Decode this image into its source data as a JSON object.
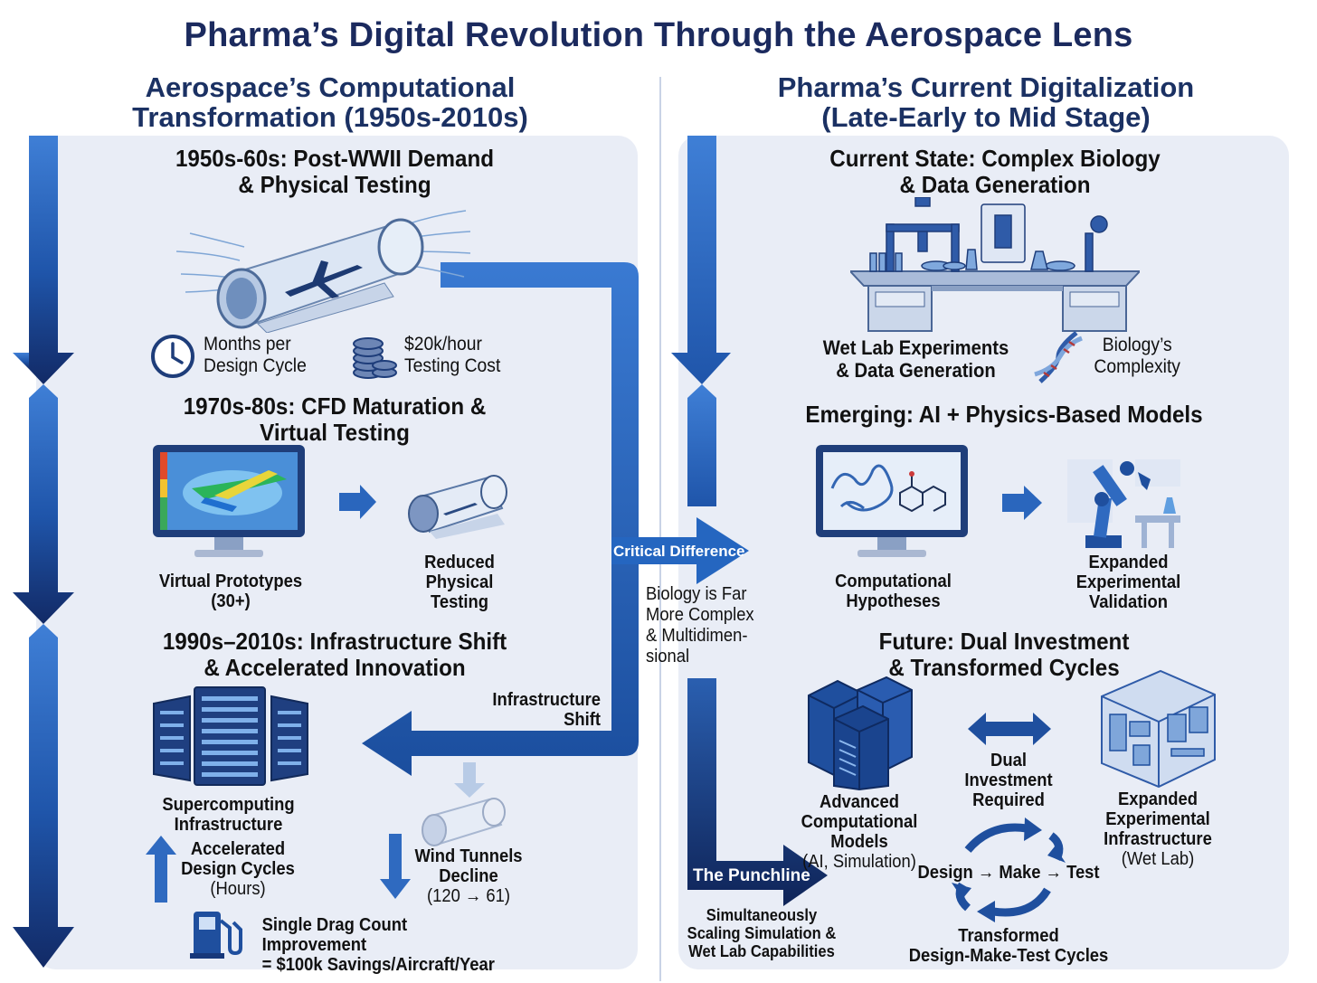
{
  "title": "Pharma’s Digital Revolution Through the Aerospace Lens",
  "left": {
    "heading_line1": "Aerospace’s Computational",
    "heading_line2": "Transformation (1950s-2010s)",
    "era1": {
      "title_line1": "1950s-60s: Post-WWII Demand",
      "title_line2": "& Physical Testing",
      "stat1_line1": "Months per",
      "stat1_line2": "Design Cycle",
      "stat2_line1": "$20k/hour",
      "stat2_line2": "Testing Cost"
    },
    "era2": {
      "title_line1": "1970s-80s: CFD Maturation &",
      "title_line2": "Virtual Testing",
      "virtual_line1": "Virtual Prototypes",
      "virtual_line2": "(30+)",
      "reduced_line1": "Reduced",
      "reduced_line2": "Physical",
      "reduced_line3": "Testing"
    },
    "era3": {
      "title_line1": "1990s–2010s: Infrastructure Shift",
      "title_line2": "& Accelerated Innovation",
      "infra_shift_line1": "Infrastructure",
      "infra_shift_line2": "Shift",
      "super_line1": "Supercomputing",
      "super_line2": "Infrastructure",
      "accel_line1": "Accelerated",
      "accel_line2": "Design Cycles",
      "accel_line3": "(Hours)",
      "wind_line1": "Wind Tunnels",
      "wind_line2": "Decline",
      "wind_line3": "(120 → 61)",
      "drag_line1": "Single Drag Count Improvement",
      "drag_line2": "= $100k Savings/Aircraft/Year"
    }
  },
  "middle": {
    "critical_label": "Critical Difference",
    "bio_line1": "Biology is Far",
    "bio_line2": "More Complex",
    "bio_line3": "& Multidimen-",
    "bio_line4": "sional",
    "punchline_label": "The Punchline",
    "punch_line1": "Simultaneously",
    "punch_line2": "Scaling Simulation &",
    "punch_line3": "Wet Lab Capabilities"
  },
  "right": {
    "heading_line1": "Pharma’s Current Digitalization",
    "heading_line2": "(Late-Early to Mid Stage)",
    "current": {
      "title_line1": "Current State: Complex Biology",
      "title_line2": "& Data Generation",
      "wetlab_line1": "Wet Lab Experiments",
      "wetlab_line2": "& Data Generation",
      "bio_line1": "Biology’s",
      "bio_line2": "Complexity"
    },
    "emerging": {
      "title": "Emerging: AI + Physics-Based Models",
      "comp_line1": "Computational",
      "comp_line2": "Hypotheses",
      "exp_line1": "Expanded",
      "exp_line2": "Experimental",
      "exp_line3": "Validation"
    },
    "future": {
      "title_line1": "Future: Dual Investment",
      "title_line2": "& Transformed Cycles",
      "dual_line1": "Dual",
      "dual_line2": "Investment",
      "dual_line3": "Required",
      "adv_line1": "Advanced",
      "adv_line2": "Computational Models",
      "adv_line3": "(AI, Simulation)",
      "expinf_line1": "Expanded",
      "expinf_line2": "Experimental",
      "expinf_line3": "Infrastructure",
      "expinf_line4": "(Wet Lab)",
      "dmt_label": "Design → Make → Test",
      "cycle_line1": "Transformed",
      "cycle_line2": "Design-Make-Test Cycles"
    }
  },
  "colors": {
    "primary": "#1f5fb8",
    "dark_navy": "#14285c",
    "panel_bg": "#e9edf6",
    "title_text": "#1b2a5e"
  }
}
